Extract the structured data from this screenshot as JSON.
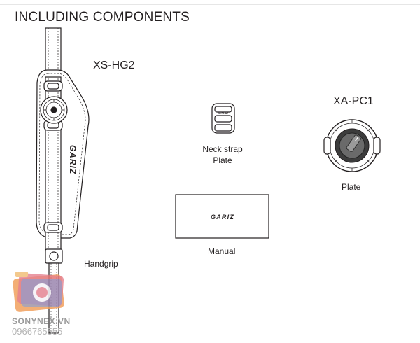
{
  "heading": "INCLUDING COMPONENTS",
  "components": {
    "handgrip_model": "XS-HG2",
    "handgrip_label": "Handgrip",
    "plate_model": "XA-PC1",
    "plate_label": "Plate",
    "neck_strap_label_line1": "Neck strap",
    "neck_strap_label_line2": "Plate",
    "manual_label": "Manual"
  },
  "brand": {
    "logo_text": "GARIZ"
  },
  "watermark": {
    "site": "SONYNEX.VN",
    "phone": "0966765555"
  }
}
